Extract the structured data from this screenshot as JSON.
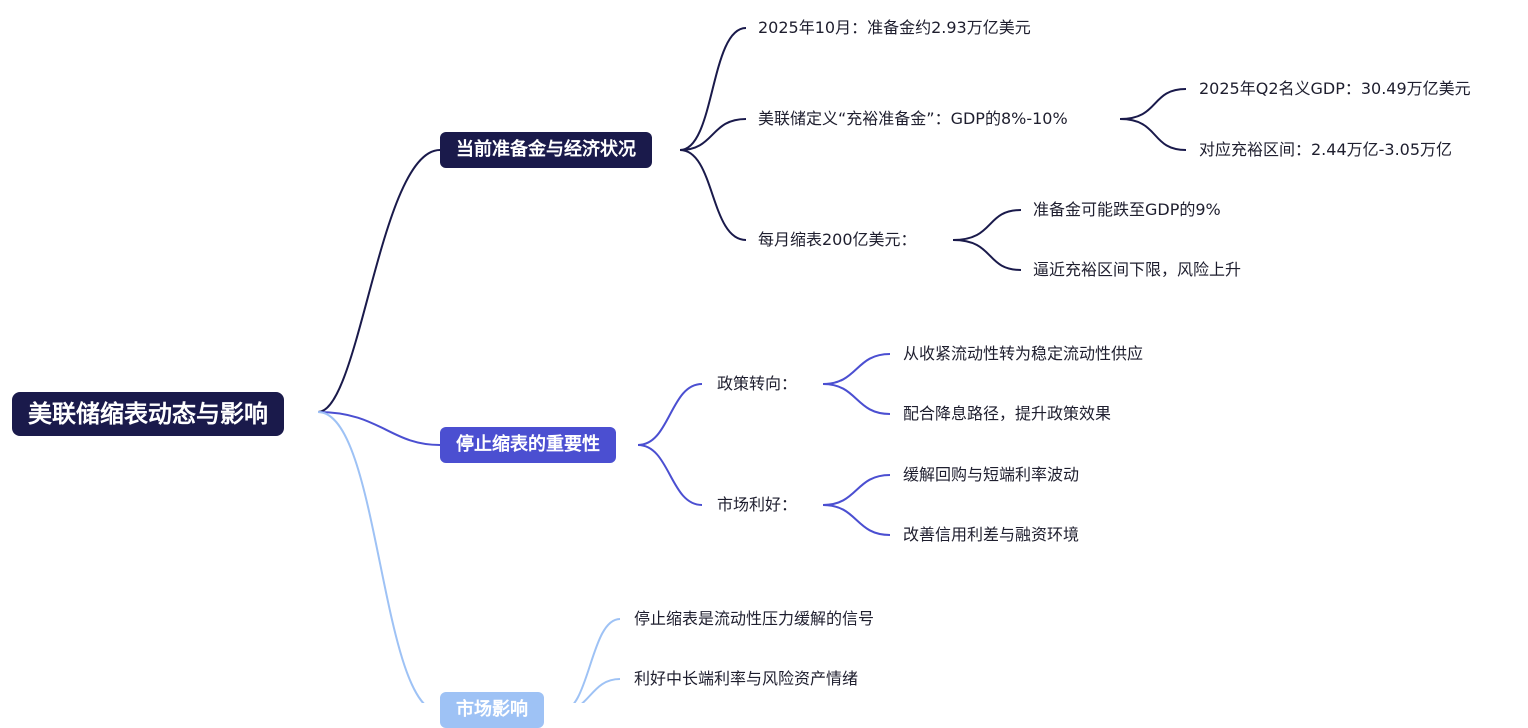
{
  "mindmap": {
    "root": {
      "label": "美联储缩表动态与影响"
    },
    "colors": {
      "navy": "#1a1a4b",
      "indigo": "#4b4fd1",
      "light_blue": "#9ec2f5",
      "text": "#1e1e2e"
    },
    "branches": [
      {
        "label": "当前准备金与经济状况",
        "children": [
          {
            "label": "2025年10月：准备金约2.93万亿美元"
          },
          {
            "label": "美联储定义“充裕准备金”：GDP的8%-10%",
            "children": [
              {
                "label": "2025年Q2名义GDP：30.49万亿美元"
              },
              {
                "label": "对应充裕区间：2.44万亿-3.05万亿"
              }
            ]
          },
          {
            "label": "每月缩表200亿美元：",
            "children": [
              {
                "label": "准备金可能跌至GDP的9%"
              },
              {
                "label": "逼近充裕区间下限，风险上升"
              }
            ]
          }
        ]
      },
      {
        "label": "停止缩表的重要性",
        "children": [
          {
            "label": "政策转向：",
            "children": [
              {
                "label": "从收紧流动性转为稳定流动性供应"
              },
              {
                "label": "配合降息路径，提升政策效果"
              }
            ]
          },
          {
            "label": "市场利好：",
            "children": [
              {
                "label": "缓解回购与短端利率波动"
              },
              {
                "label": "改善信用利差与融资环境"
              }
            ]
          }
        ]
      },
      {
        "label": "市场影响",
        "children": [
          {
            "label": "停止缩表是流动性压力缓解的信号"
          },
          {
            "label": "利好中长端利率与风险资产情绪"
          }
        ]
      }
    ]
  }
}
